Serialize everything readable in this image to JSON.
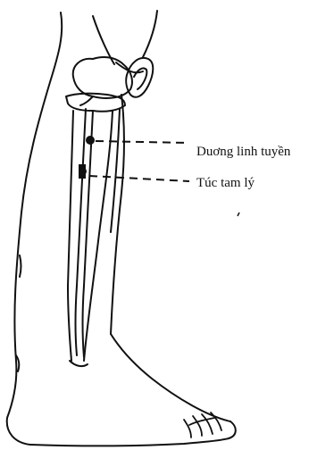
{
  "figure": {
    "subject": "lower leg and foot, lateral view",
    "points": [
      {
        "id": "duong-linh-tuyen",
        "name": "Dương linh tuyền",
        "label": "Duơng linh tuyền"
      },
      {
        "id": "tuc-tam-ly",
        "name": "Túc tam lý",
        "label": "Túc tam lý"
      }
    ],
    "colors": {
      "line": "#111111",
      "background": "#ffffff"
    }
  }
}
